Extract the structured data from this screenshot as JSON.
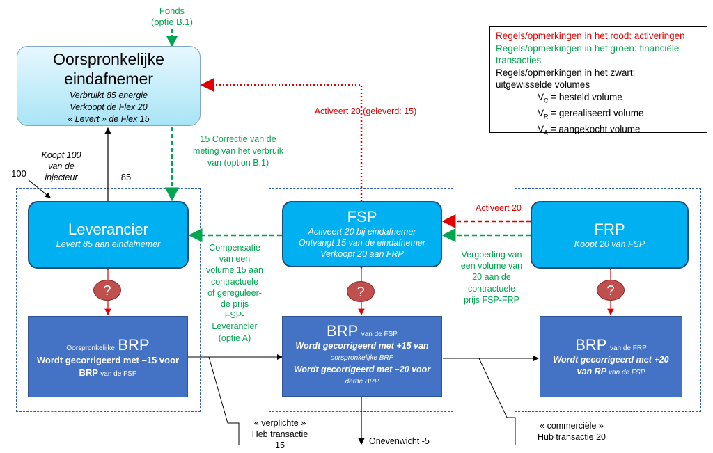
{
  "top_fonds": {
    "line1": "Fonds",
    "line2": "(optie B.1)"
  },
  "eindafnemer": {
    "title_line1": "Oorspronkelijke",
    "title_line2": "eindafnemer",
    "line1": "Verbruikt 85 energie",
    "line2": "Verkoopt de Flex 20",
    "line3": "« Levert » de Flex 15"
  },
  "leverancier": {
    "title": "Leverancier",
    "subtitle": "Levert 85 aan eindafnemer"
  },
  "fsp": {
    "title": "FSP",
    "line1": "Activeert 20 bij eindafnemer",
    "line2": "Ontvangt 15 van de eindafnemer",
    "line3": "Verkoopt 20 aan FRP"
  },
  "frp": {
    "title": "FRP",
    "subtitle": "Koopt 20 van FSP"
  },
  "brp_orig": {
    "prefix": "Oorspronkelijke",
    "title": "BRP",
    "line1": "Wordt gecorrigeerd met –15 voor",
    "line2_main": "BRP",
    "line2_small": "van de FSP"
  },
  "brp_fsp": {
    "title": "BRP",
    "title_suffix": "van de FSP",
    "line1": "Wordt gecorrigeerd met +15 van",
    "line2": "oorspronkelijke BRP",
    "line3": "Wordt gecorrigeerd met –20 voor",
    "line4": "derde BRP"
  },
  "brp_frp": {
    "title": "BRP",
    "title_suffix": "van de FRP",
    "line1": "Wordt gecorrigeerd met +20",
    "line2_main": "van RP",
    "line2_small": "van de FSP"
  },
  "question_mark": "?",
  "labels": {
    "koopt_100": [
      "Koopt 100",
      "van de",
      "injecteur"
    ],
    "num_100": "100",
    "num_85": "85",
    "correctie": [
      "15  Correctie van de",
      "meting van het verbruik",
      "van (option B.1)"
    ],
    "activeert_geleverd": "Activeert 20 (geleverd: 15)",
    "activeert_20": "Activeert 20",
    "compensatie": [
      "Compensatie",
      "van een",
      "volume 15 aan",
      "contractuele",
      "of gereguleer-",
      "de prijs",
      "FSP-",
      "Leverancier",
      "(optie A)"
    ],
    "vergoeding": [
      "Vergoeding van",
      "een volume van",
      "20 aan de",
      "contractuele",
      "prijs FSP-FRP"
    ],
    "verplichte": [
      "« verplichte »",
      "Heb transactie",
      "15"
    ],
    "commerciele": [
      "« commerciële »",
      "Hub transactie 20"
    ],
    "onevenwicht": "Onevenwicht -5"
  },
  "legend": {
    "red_line": "Regels/opmerkingen in het rood: activeringen",
    "green_line1": "Regels/opmerkingen in het groen: financiële",
    "green_line2": "transacties",
    "black_line1": "Regels/opmerkingen in het zwart:",
    "black_line2": "uitgewisselde volumes",
    "vc": {
      "letter": "V",
      "sub": "C",
      "text": " = besteld volume"
    },
    "vr": {
      "letter": "V",
      "sub": "R",
      "text": " = gerealiseerd volume"
    },
    "va": {
      "letter": "V",
      "sub": "A",
      "text": " = aangekocht volume"
    }
  },
  "colors": {
    "red": "#e00000",
    "green": "#00a650",
    "cyan": "#00b0f0",
    "blue": "#4472c4",
    "brown": "#c0504d"
  }
}
